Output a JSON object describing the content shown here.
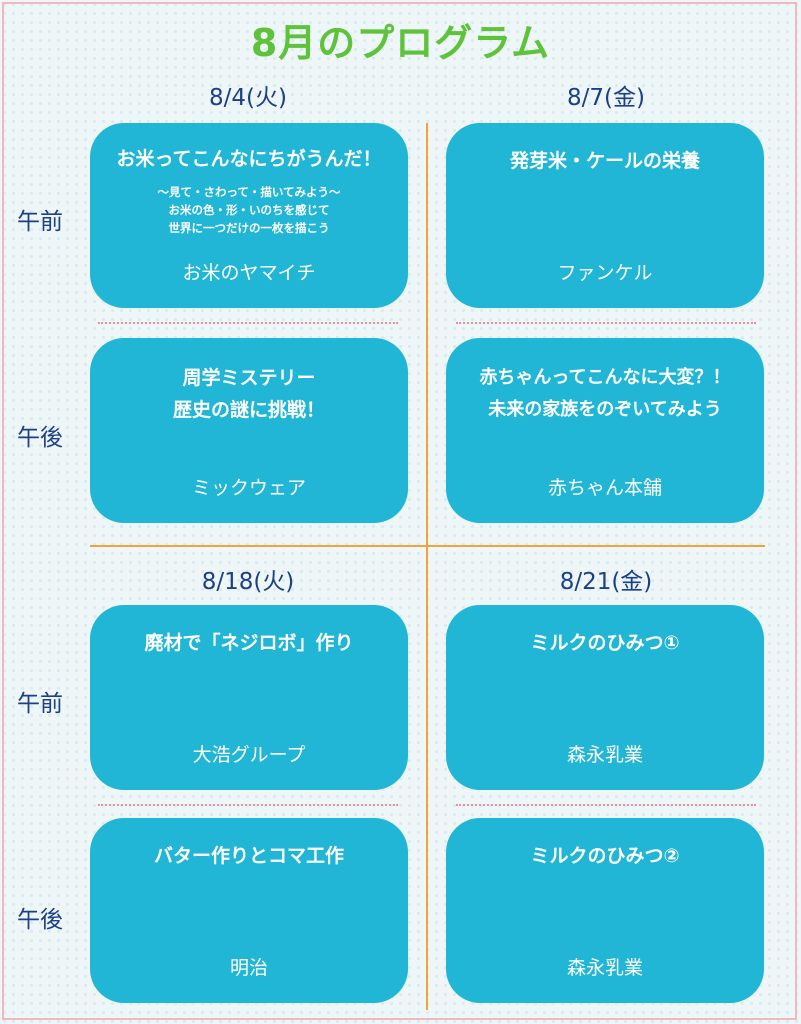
{
  "title": "8月のプログラム",
  "dates": {
    "d1": "8/4(火)",
    "d2": "8/7(金)",
    "d3": "8/18(火)",
    "d4": "8/21(金)"
  },
  "slots": {
    "am": "午前",
    "pm": "午後"
  },
  "cards": [
    {
      "title": "お米ってこんなにちがうんだ！",
      "sub": "〜見て・さわって・描いてみよう〜\nお米の色・形・いのちを感じて\n世界に一つだけの一枚を描こう",
      "org": "お米のヤマイチ"
    },
    {
      "title": "発芽米・ケールの栄養",
      "sub": "",
      "org": "ファンケル"
    },
    {
      "title": "周学ミステリー\n歴史の謎に挑戦！",
      "sub": "",
      "org": "ミックウェア"
    },
    {
      "title": "赤ちゃんってこんなに大変？！\n未来の家族をのぞいてみよう",
      "sub": "",
      "org": "赤ちゃん本舗"
    },
    {
      "title": "廃材で「ネジロボ」作り",
      "sub": "",
      "org": "大浩グループ"
    },
    {
      "title": "ミルクのひみつ①",
      "sub": "",
      "org": "森永乳業"
    },
    {
      "title": "バター作りとコマ工作",
      "sub": "",
      "org": "明治"
    },
    {
      "title": "ミルクのひみつ②",
      "sub": "",
      "org": "森永乳業"
    }
  ],
  "colors": {
    "title": "#5ec23a",
    "card": "#21b6d6",
    "text": "#1d3f86",
    "divider": "#f0a33c",
    "border": "#f2b8c2"
  }
}
